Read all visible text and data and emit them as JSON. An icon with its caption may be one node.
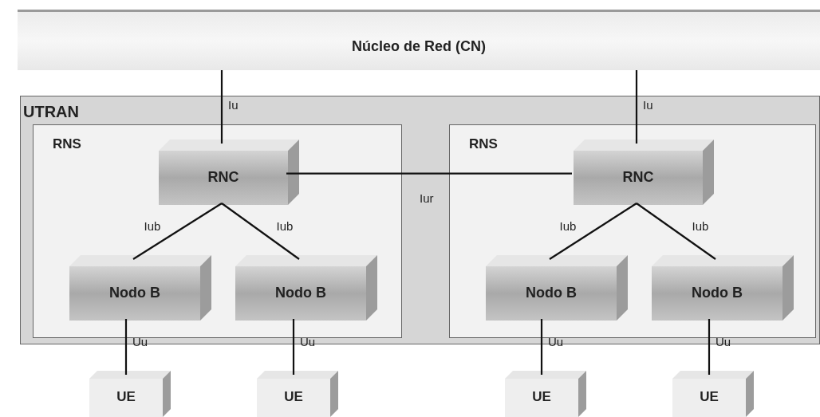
{
  "diagram": {
    "nodes": [
      {
        "text": [
          "Núcleo de Red (CN)"
        ]
      },
      {
        "text": [
          "UTRAN"
        ]
      },
      {
        "text": [
          "RNS"
        ],
        "in": 1
      },
      {
        "text": [
          "RNC"
        ],
        "in": 2
      },
      {
        "text": [
          "Nodo B"
        ],
        "in": 2
      },
      {
        "text": [
          "Nodo B"
        ],
        "in": 2
      },
      {
        "text": [
          "RNS"
        ],
        "in": 1
      },
      {
        "text": [
          "RNC"
        ],
        "in": 6
      },
      {
        "text": [
          "Nodo B"
        ],
        "in": 6
      },
      {
        "text": [
          "Nodo B"
        ],
        "in": 6
      },
      {
        "text": [
          "UE"
        ]
      },
      {
        "text": [
          "UE"
        ]
      },
      {
        "text": [
          "UE"
        ]
      },
      {
        "text": [
          "UE"
        ]
      }
    ],
    "edges": [
      {
        "from": 0,
        "to": 3,
        "arrow": "none",
        "label": "Iu"
      },
      {
        "from": 0,
        "to": 7,
        "arrow": "none",
        "label": "Iu"
      },
      {
        "from": 3,
        "to": 7,
        "arrow": "none",
        "label": "Iur"
      },
      {
        "from": 3,
        "to": 4,
        "arrow": "none",
        "label": "Iub"
      },
      {
        "from": 3,
        "to": 5,
        "arrow": "none",
        "label": "Iub"
      },
      {
        "from": 7,
        "to": 8,
        "arrow": "none",
        "label": "Iub"
      },
      {
        "from": 7,
        "to": 9,
        "arrow": "none",
        "label": "Iub"
      },
      {
        "from": 4,
        "to": 10,
        "arrow": "none",
        "label": "Uu"
      },
      {
        "from": 5,
        "to": 11,
        "arrow": "none",
        "label": "Uu"
      },
      {
        "from": 8,
        "to": 12,
        "arrow": "none",
        "label": "Uu"
      },
      {
        "from": 9,
        "to": 13,
        "arrow": "none",
        "label": "Uu"
      }
    ]
  }
}
